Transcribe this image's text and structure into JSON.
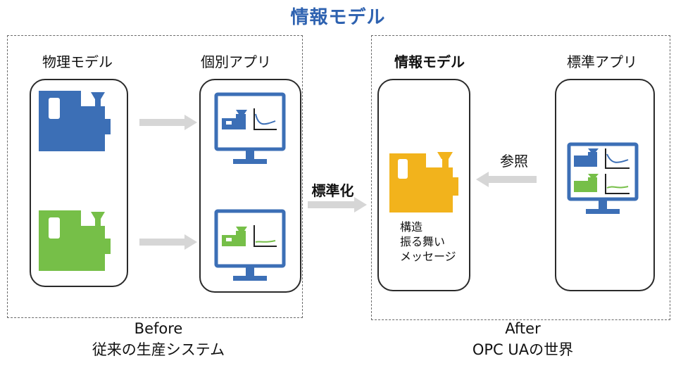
{
  "title": "情報モデル",
  "before": {
    "physical_model_label": "物理モデル",
    "individual_apps_label": "個別アプリ",
    "caption_line1": "Before",
    "caption_line2": "従来の生産システム"
  },
  "transition_label": "標準化",
  "after": {
    "info_model_label": "情報モデル",
    "standard_apps_label": "標準アプリ",
    "reference_label": "参照",
    "model_properties": [
      "構造",
      "振る舞い",
      "メッセージ"
    ],
    "caption_line1": "After",
    "caption_line2": "OPC UAの世界"
  },
  "colors": {
    "title_blue": "#2e62b0",
    "machine_blue": "#3c6fb6",
    "machine_green": "#76bf48",
    "machine_yellow": "#f2b31c",
    "arrow_gray": "#d6d6d6"
  }
}
